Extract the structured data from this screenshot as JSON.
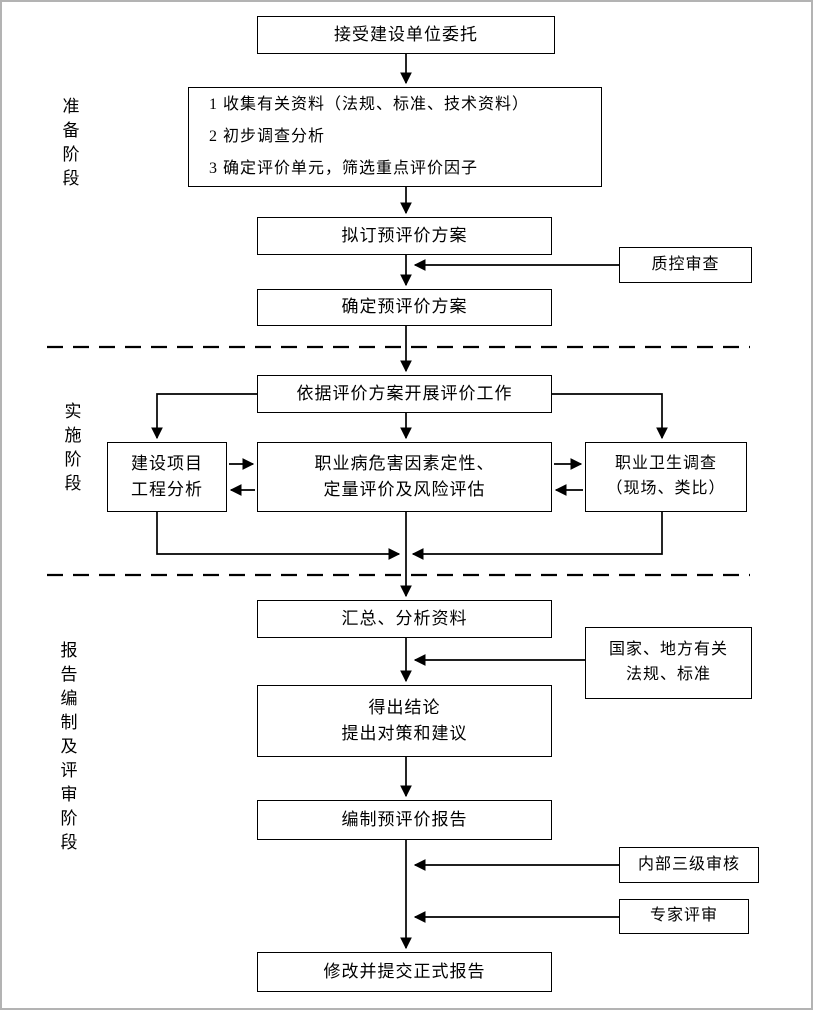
{
  "colors": {
    "line": "#000000",
    "frame": "#b3b3b3",
    "box_border": "#000000"
  },
  "phases": [
    {
      "label": "准备阶段"
    },
    {
      "label": "实施阶段"
    },
    {
      "label": "报告编制及评审阶段"
    }
  ],
  "nodes": {
    "accept": "接受建设单位委托",
    "collect": "1 收集有关资料（法规、标准、技术资料）\n2 初步调查分析\n3 确定评价单元，筛选重点评价因子",
    "draft_plan": "拟订预评价方案",
    "qc_review": "质控审查",
    "confirm_plan": "确定预评价方案",
    "carry_out": "依据评价方案开展评价工作",
    "project_analysis": "建设项目\n工程分析",
    "hazard_eval": "职业病危害因素定性、\n定量评价及风险评估",
    "health_survey": "职业卫生调查\n（现场、类比）",
    "summarize": "汇总、分析资料",
    "regulations": "国家、地方有关\n法规、标准",
    "conclusion": "得出结论\n提出对策和建议",
    "compile_report": "编制预评价报告",
    "internal_review": "内部三级审核",
    "expert_review": "专家评审",
    "final_report": "修改并提交正式报告"
  }
}
